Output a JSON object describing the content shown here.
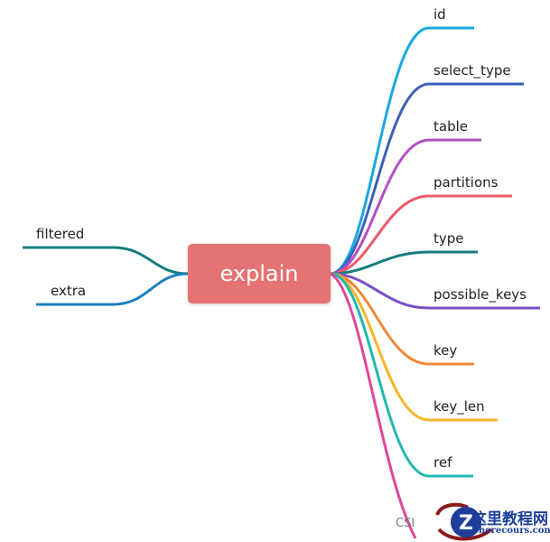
{
  "root": {
    "label": "explain",
    "color": "#e57373"
  },
  "right_branches": [
    {
      "label": "id",
      "color": "#1aa8e0"
    },
    {
      "label": "select_type",
      "color": "#3f5fb8"
    },
    {
      "label": "table",
      "color": "#b44fc4"
    },
    {
      "label": "partitions",
      "color": "#ee5a6a"
    },
    {
      "label": "type",
      "color": "#157e7e"
    },
    {
      "label": "possible_keys",
      "color": "#7b4fc4"
    },
    {
      "label": "key",
      "color": "#f08a3a"
    },
    {
      "label": "key_len",
      "color": "#f7b52a"
    },
    {
      "label": "ref",
      "color": "#1fb8b0"
    },
    {
      "label": "",
      "color": "#e0479a"
    }
  ],
  "left_branches": [
    {
      "label": "filtered",
      "color": "#157e7e"
    },
    {
      "label": "extra",
      "color": "#1a80c0"
    }
  ],
  "watermark": {
    "prefix": "CSI",
    "title": "这里教程网",
    "url": "herecours.com"
  }
}
